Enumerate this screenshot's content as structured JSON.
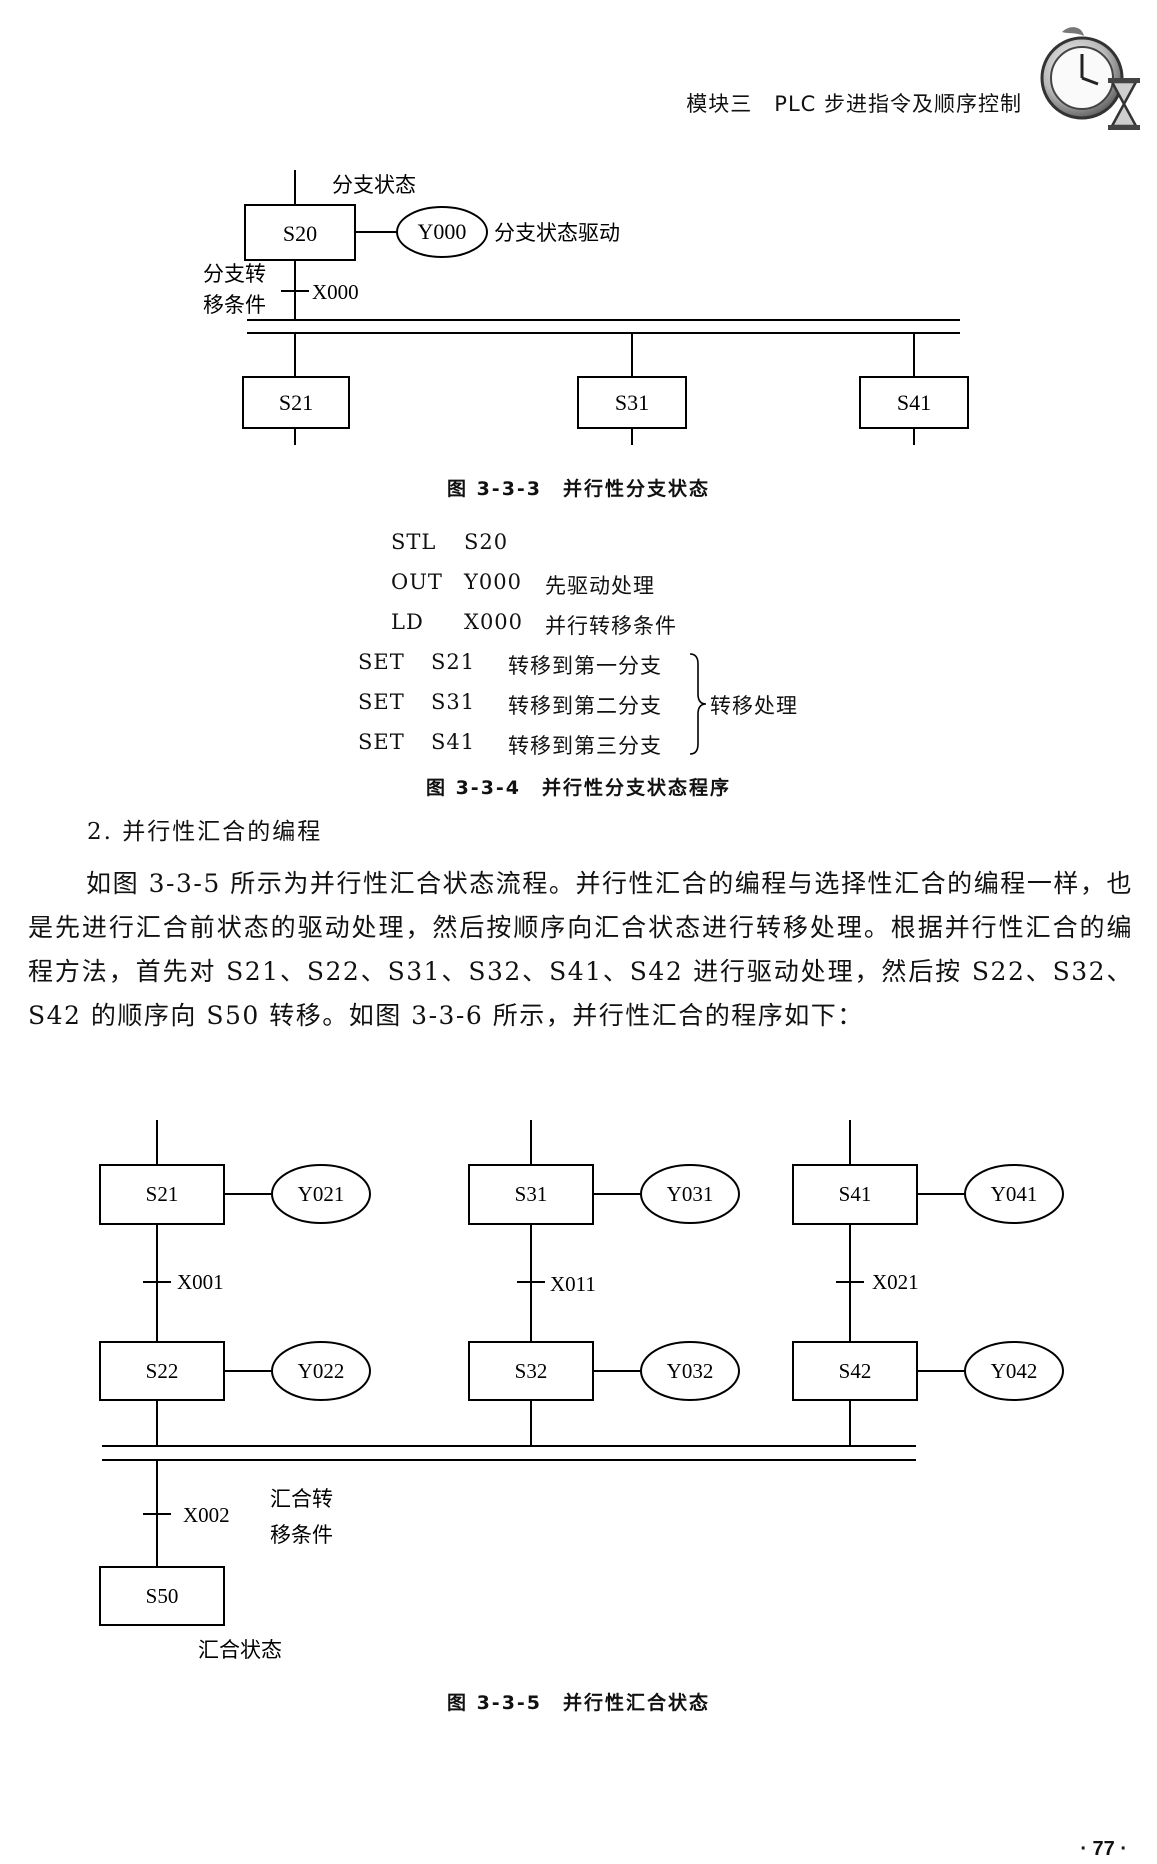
{
  "header": {
    "title": "模块三　PLC 步进指令及顺序控制"
  },
  "fig1": {
    "top_label": "分支状态",
    "branch_step": "S20",
    "branch_output": "Y000",
    "drive_label": "分支状态驱动",
    "cond_label_1": "分支转",
    "cond_label_2": "移条件",
    "cond_input": "X000",
    "steps": [
      "S21",
      "S31",
      "S41"
    ],
    "caption": "图 3-3-3　并行性分支状态"
  },
  "program1": {
    "lines": [
      {
        "op": "STL",
        "arg": "S20",
        "comment": ""
      },
      {
        "op": "OUT",
        "arg": "Y000",
        "comment": "先驱动处理"
      },
      {
        "op": "LD",
        "arg": "X000",
        "comment": "并行转移条件"
      },
      {
        "op": "SET",
        "arg": "S21",
        "comment": "转移到第一分支"
      },
      {
        "op": "SET",
        "arg": "S31",
        "comment": "转移到第二分支"
      },
      {
        "op": "SET",
        "arg": "S41",
        "comment": "转移到第三分支"
      }
    ],
    "brace_label": "转移处理",
    "caption": "图 3-3-4　并行性分支状态程序"
  },
  "section": {
    "heading": "2. 并行性汇合的编程"
  },
  "paragraph": "如图 3-3-5 所示为并行性汇合状态流程。并行性汇合的编程与选择性汇合的编程一样，也是先进行汇合前状态的驱动处理，然后按顺序向汇合状态进行转移处理。根据并行性汇合的编程方法，首先对 S21、S22、S31、S32、S41、S42 进行驱动处理，然后按 S22、S32、S42 的顺序向 S50 转移。如图 3-3-6 所示，并行性汇合的程序如下：",
  "fig2": {
    "columns": [
      {
        "step1": "S21",
        "out1": "Y021",
        "cond": "X001",
        "step2": "S22",
        "out2": "Y022"
      },
      {
        "step1": "S31",
        "out1": "Y031",
        "cond": "X011",
        "step2": "S32",
        "out2": "Y032"
      },
      {
        "step1": "S41",
        "out1": "Y041",
        "cond": "X021",
        "step2": "S42",
        "out2": "Y042"
      }
    ],
    "merge_cond": "X002",
    "merge_label_1": "汇合转",
    "merge_label_2": "移条件",
    "merge_step": "S50",
    "merge_state_label": "汇合状态",
    "caption": "图 3-3-5　并行性汇合状态"
  },
  "page_number": "· 77 ·"
}
